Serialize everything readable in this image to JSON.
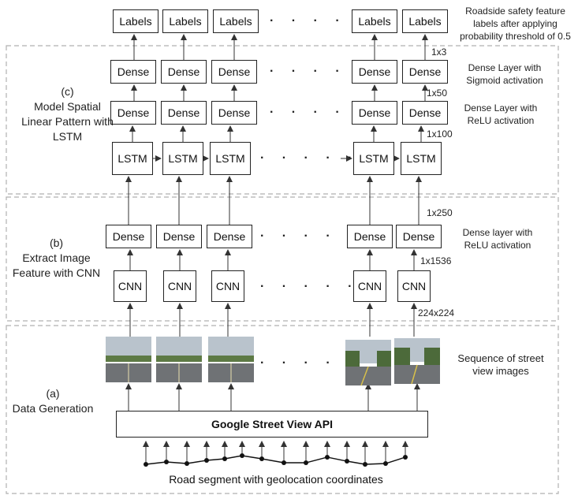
{
  "sections": {
    "a": {
      "letter": "(a)",
      "line1": "Data Generation"
    },
    "b": {
      "letter": "(b)",
      "line1": "Extract Image",
      "line2": "Feature with CNN"
    },
    "c": {
      "letter": "(c)",
      "line1": "Model Spatial",
      "line2": "Linear Pattern with",
      "line3": "LSTM"
    }
  },
  "labels": [
    "Labels",
    "Labels",
    "Labels",
    "Labels",
    "Labels"
  ],
  "dense": "Dense",
  "lstm": "LSTM",
  "cnn": "CNN",
  "dots": "· · · · · ·",
  "annotations": {
    "labels_note": [
      "Roadside safety feature",
      "labels after applying",
      "probability threshold of 0.5"
    ],
    "dense_sigmoid": [
      "Dense Layer with",
      "Sigmoid activation"
    ],
    "dense_relu_lstm": [
      "Dense Layer with",
      "ReLU activation"
    ],
    "dense_relu_cnn": [
      "Dense layer with",
      "ReLU activation"
    ],
    "images_note": [
      "Sequence of street",
      "view images"
    ]
  },
  "dims": {
    "d1x3": "1x3",
    "d1x50": "1x50",
    "d1x100": "1x100",
    "d1x250": "1x250",
    "d1x1536": "1x1536",
    "d224": "224x224"
  },
  "api_label": "Google Street View API",
  "road_label": "Road segment with geolocation coordinates",
  "colors": {
    "sky": "#b9c3cc",
    "road": "#6f7275",
    "grass": "#5d7a45",
    "section_border": "#b0b0b0"
  }
}
